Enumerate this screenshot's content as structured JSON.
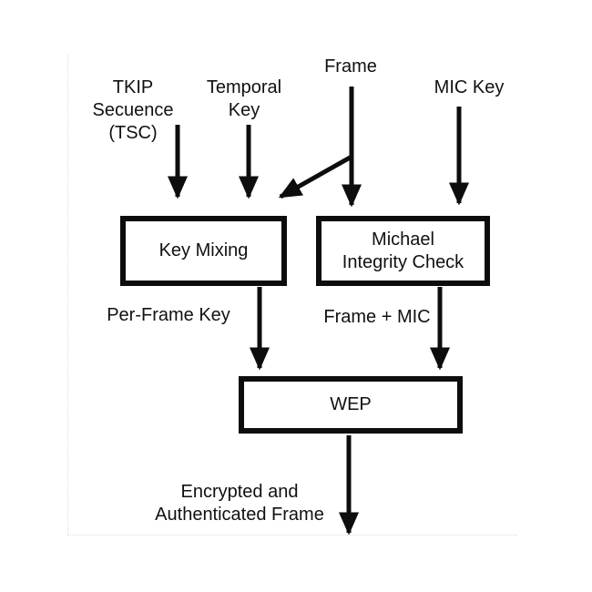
{
  "diagram": {
    "type": "flowchart",
    "topic": "TKIP encryption and authentication flow",
    "inputs": {
      "tsc": "TKIP\nSecuence\n(TSC)",
      "temporal_key": "Temporal\nKey",
      "frame": "Frame",
      "mic_key": "MIC Key"
    },
    "nodes": {
      "key_mixing": "Key Mixing",
      "michael": "Michael\nIntegrity Check",
      "wep": "WEP"
    },
    "edge_labels": {
      "per_frame_key": "Per-Frame Key",
      "frame_mic": "Frame + MIC"
    },
    "output": "Encrypted and\nAuthenticated Frame",
    "colors": {
      "line": "#0d0d0d",
      "text": "#111111",
      "background": "#ffffff",
      "panel_edge": "#dddddd"
    }
  }
}
